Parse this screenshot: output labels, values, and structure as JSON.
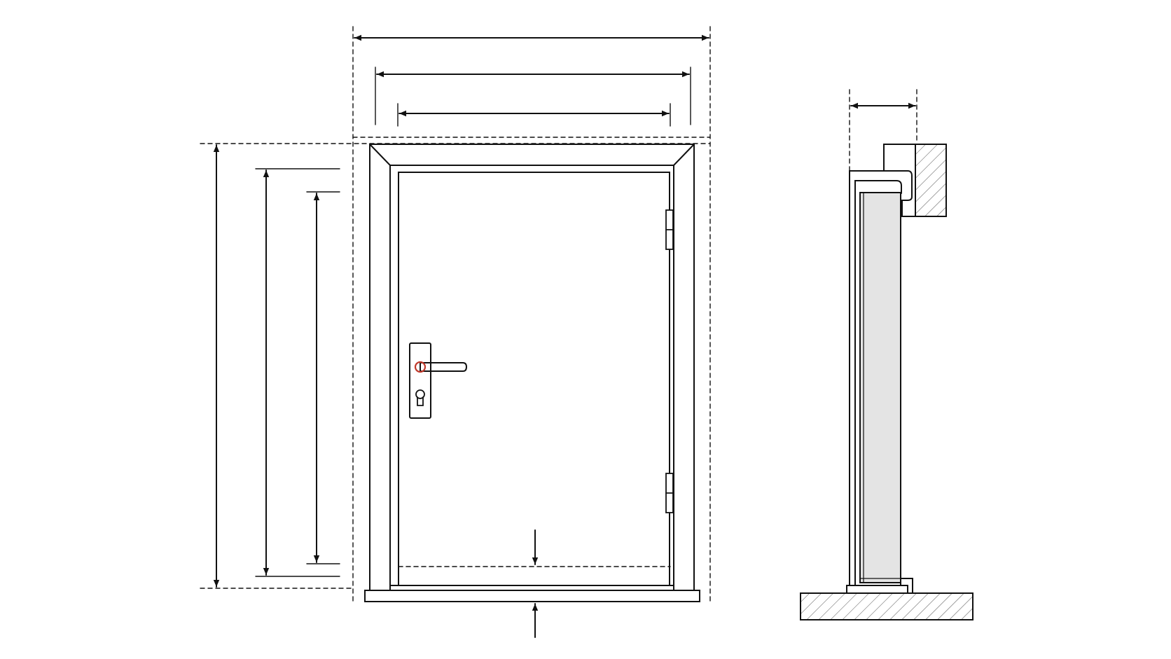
{
  "diagram": {
    "type": "technical-drawing",
    "subject": "door-frame-dimensions",
    "views": [
      "front-elevation",
      "side-section"
    ],
    "colors": {
      "line": "#111111",
      "background": "#ffffff",
      "leaf_section_fill": "#e4e4e4",
      "handle_accent": "#c0392b"
    },
    "icons": [
      "door-handle-icon",
      "keyhole-icon",
      "hinge-icon"
    ]
  }
}
